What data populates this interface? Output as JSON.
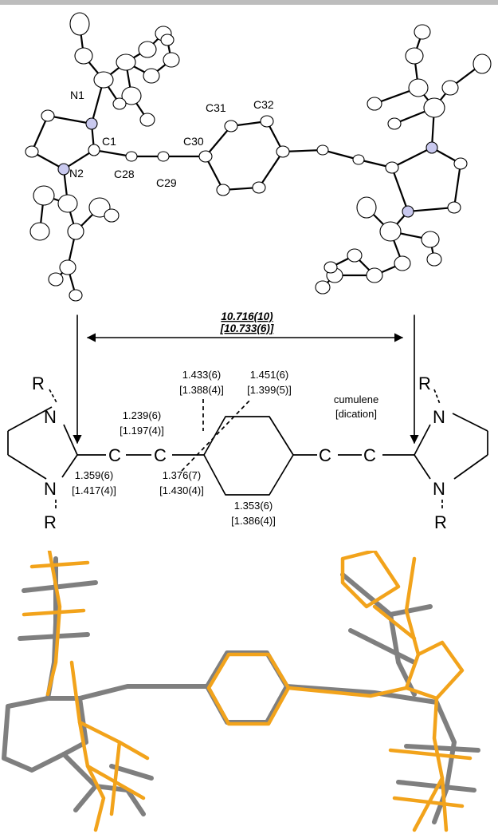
{
  "ortep": {
    "atoms": {
      "n1": "N1",
      "n2": "N2",
      "c1": "C1",
      "c28": "C28",
      "c29": "C29",
      "c30": "C30",
      "c31": "C31",
      "c32": "C32"
    }
  },
  "scheme": {
    "distance_main": "10.716(10)",
    "distance_alt": "[10.733(6)]",
    "r_label": "R",
    "n_label": "N",
    "c_label": "C",
    "bond1_a": "1.239(6)",
    "bond1_b": "[1.197(4)]",
    "bond2_a": "1.433(6)",
    "bond2_b": "[1.388(4)]",
    "bond3_a": "1.451(6)",
    "bond3_b": "[1.399(5)]",
    "bond4_a": "1.359(6)",
    "bond4_b": "[1.417(4)]",
    "bond5_a": "1.376(7)",
    "bond5_b": "[1.430(4)]",
    "bond6_a": "1.353(6)",
    "bond6_b": "[1.386(4)]",
    "note_a": "cumulene",
    "note_b": "[dication]"
  },
  "colors": {
    "overlay_gray": "#7f7f7f",
    "overlay_orange": "#f2a31b",
    "nitrogen_fill": "#c9c9ef",
    "top_bar": "#bdbdbd"
  }
}
